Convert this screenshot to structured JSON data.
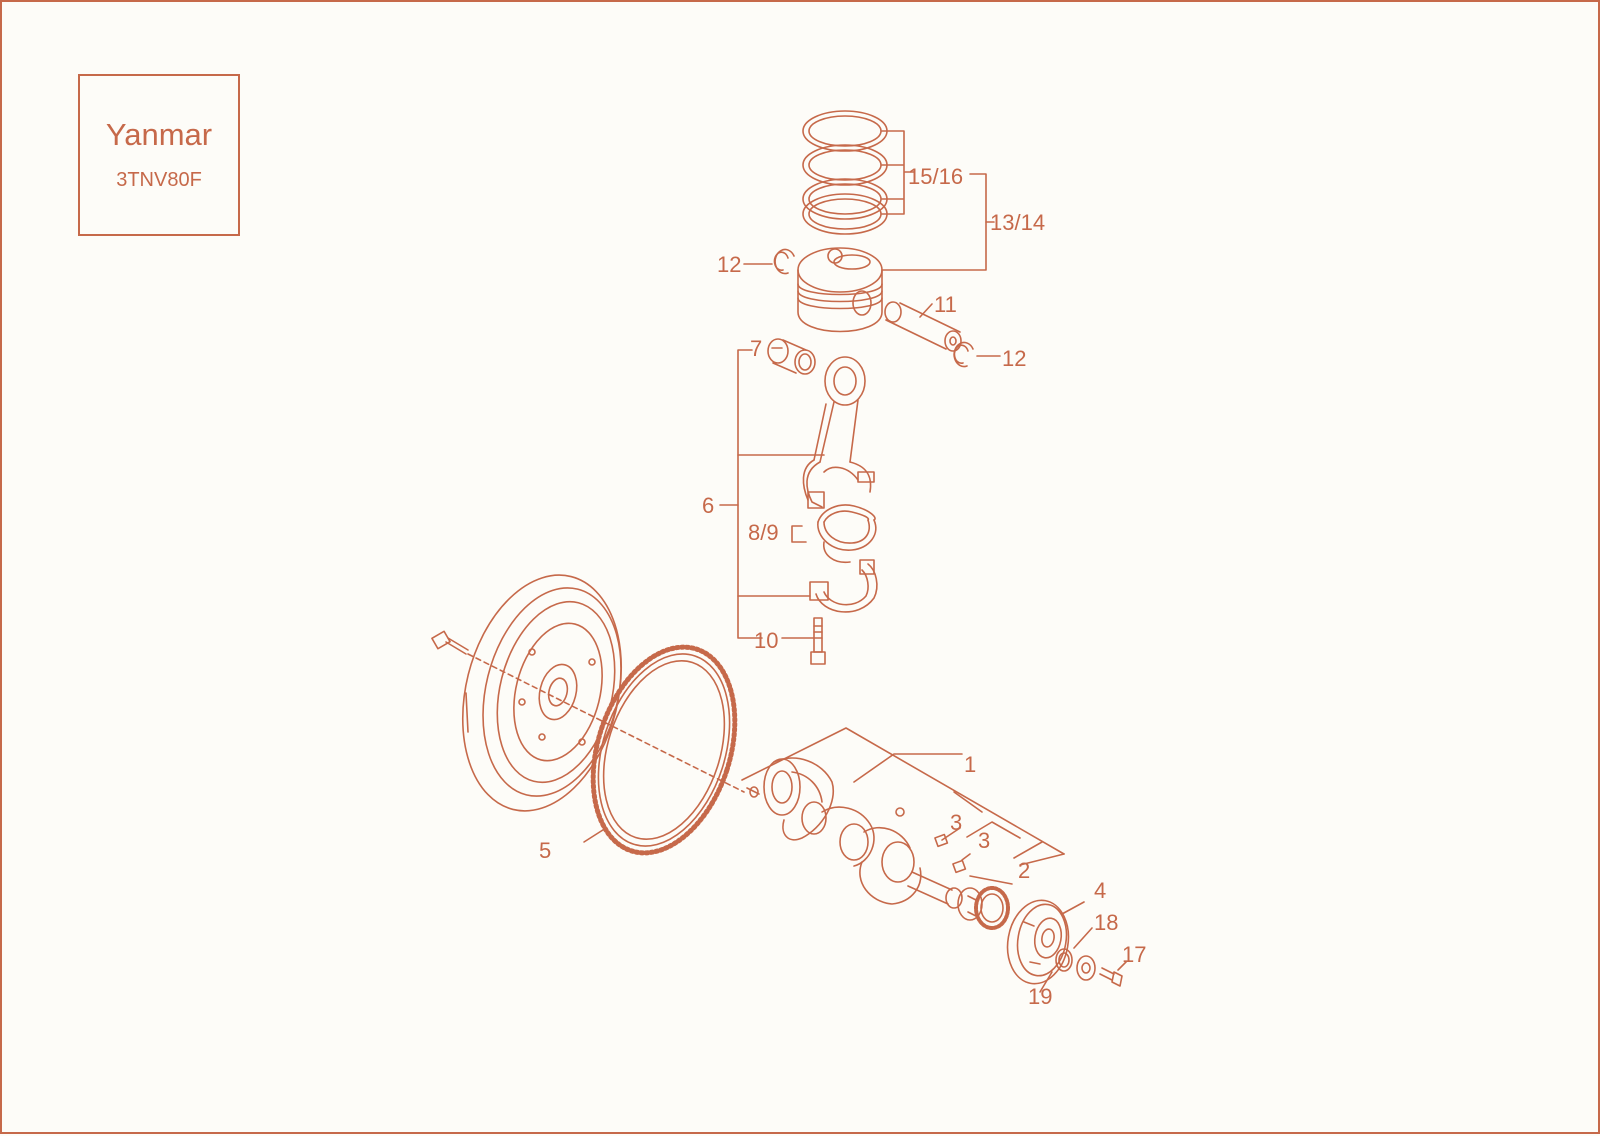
{
  "header": {
    "brand": "Yanmar",
    "model": "3TNV80F"
  },
  "colors": {
    "stroke": "#c6694a",
    "background": "#fdfcf8"
  },
  "callouts": [
    {
      "id": "c-15-16",
      "text": "15/16"
    },
    {
      "id": "c-13-14",
      "text": "13/14"
    },
    {
      "id": "c-12a",
      "text": "12"
    },
    {
      "id": "c-11",
      "text": "11"
    },
    {
      "id": "c-12b",
      "text": "12"
    },
    {
      "id": "c-7",
      "text": "7"
    },
    {
      "id": "c-6",
      "text": "6"
    },
    {
      "id": "c-8-9",
      "text": "8/9"
    },
    {
      "id": "c-10",
      "text": "10"
    },
    {
      "id": "c-1",
      "text": "1"
    },
    {
      "id": "c-3a",
      "text": "3"
    },
    {
      "id": "c-3b",
      "text": "3"
    },
    {
      "id": "c-2",
      "text": "2"
    },
    {
      "id": "c-5",
      "text": "5"
    },
    {
      "id": "c-4",
      "text": "4"
    },
    {
      "id": "c-18",
      "text": "18"
    },
    {
      "id": "c-17",
      "text": "17"
    },
    {
      "id": "c-19",
      "text": "19"
    }
  ]
}
